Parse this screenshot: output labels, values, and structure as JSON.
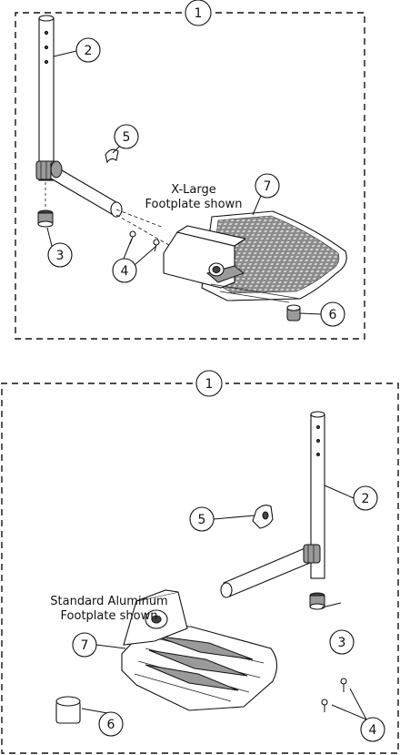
{
  "diagrams": [
    {
      "assembly_callout": "1",
      "caption_lines": [
        "X-Large",
        "Footplate shown"
      ],
      "callouts": [
        {
          "id": "tube",
          "label": "2"
        },
        {
          "id": "cap",
          "label": "3"
        },
        {
          "id": "screws",
          "label": "4"
        },
        {
          "id": "clip",
          "label": "5"
        },
        {
          "id": "bumper",
          "label": "6"
        },
        {
          "id": "footplate",
          "label": "7"
        }
      ]
    },
    {
      "assembly_callout": "1",
      "caption_lines": [
        "Standard Aluminum",
        "Footplate shown"
      ],
      "callouts": [
        {
          "id": "tube",
          "label": "2"
        },
        {
          "id": "cap",
          "label": "3"
        },
        {
          "id": "screws",
          "label": "4"
        },
        {
          "id": "clip",
          "label": "5"
        },
        {
          "id": "bumper",
          "label": "6"
        },
        {
          "id": "footplate",
          "label": "7"
        }
      ]
    }
  ]
}
